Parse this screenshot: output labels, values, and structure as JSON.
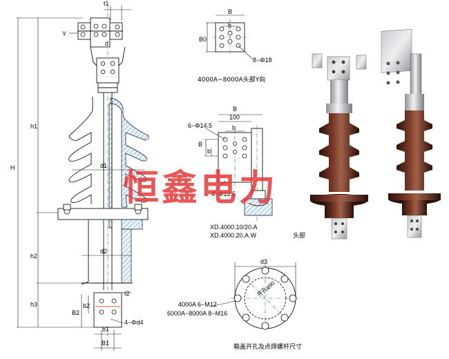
{
  "watermark": "恒鑫电力",
  "main_drawing": {
    "labels": {
      "t1": "t1",
      "y": "Y",
      "d": "d",
      "h_total": "H",
      "h1": "h1",
      "h2": "h2",
      "h3": "h3",
      "d1": "d1",
      "d2": "d2",
      "t2": "t2",
      "b2": "B2",
      "b2_small": "b2",
      "b1_small": "b1",
      "b1": "B1",
      "holes": "4−Φd4"
    }
  },
  "head_y_view": {
    "b": "B",
    "b_small": "b",
    "b0": "B0",
    "holes": "8−Φ18",
    "caption": "4000A−8000A头部Y向"
  },
  "head_detail": {
    "b": "B",
    "dim_100": "100",
    "holes_top": "6−Φ14.5",
    "b_small": "b",
    "holes_bottom": "4−Φ12.5",
    "caption_line1": "XD.4000.10/20.A",
    "caption_line2": "XD.4000.20.A.W",
    "caption_suffix": "头部"
  },
  "flange_detail": {
    "d3": "d3",
    "open_hole": "开孔φ90",
    "spec_1": "4000A 6−M12",
    "spec_2": "6000A−8000A 8−M16",
    "caption": "箱盖开孔及点焊螺杆尺寸"
  },
  "colors": {
    "porcelain": "#5a2a1e",
    "center_line": "#1c8a2a",
    "watermark": "#e53232"
  }
}
